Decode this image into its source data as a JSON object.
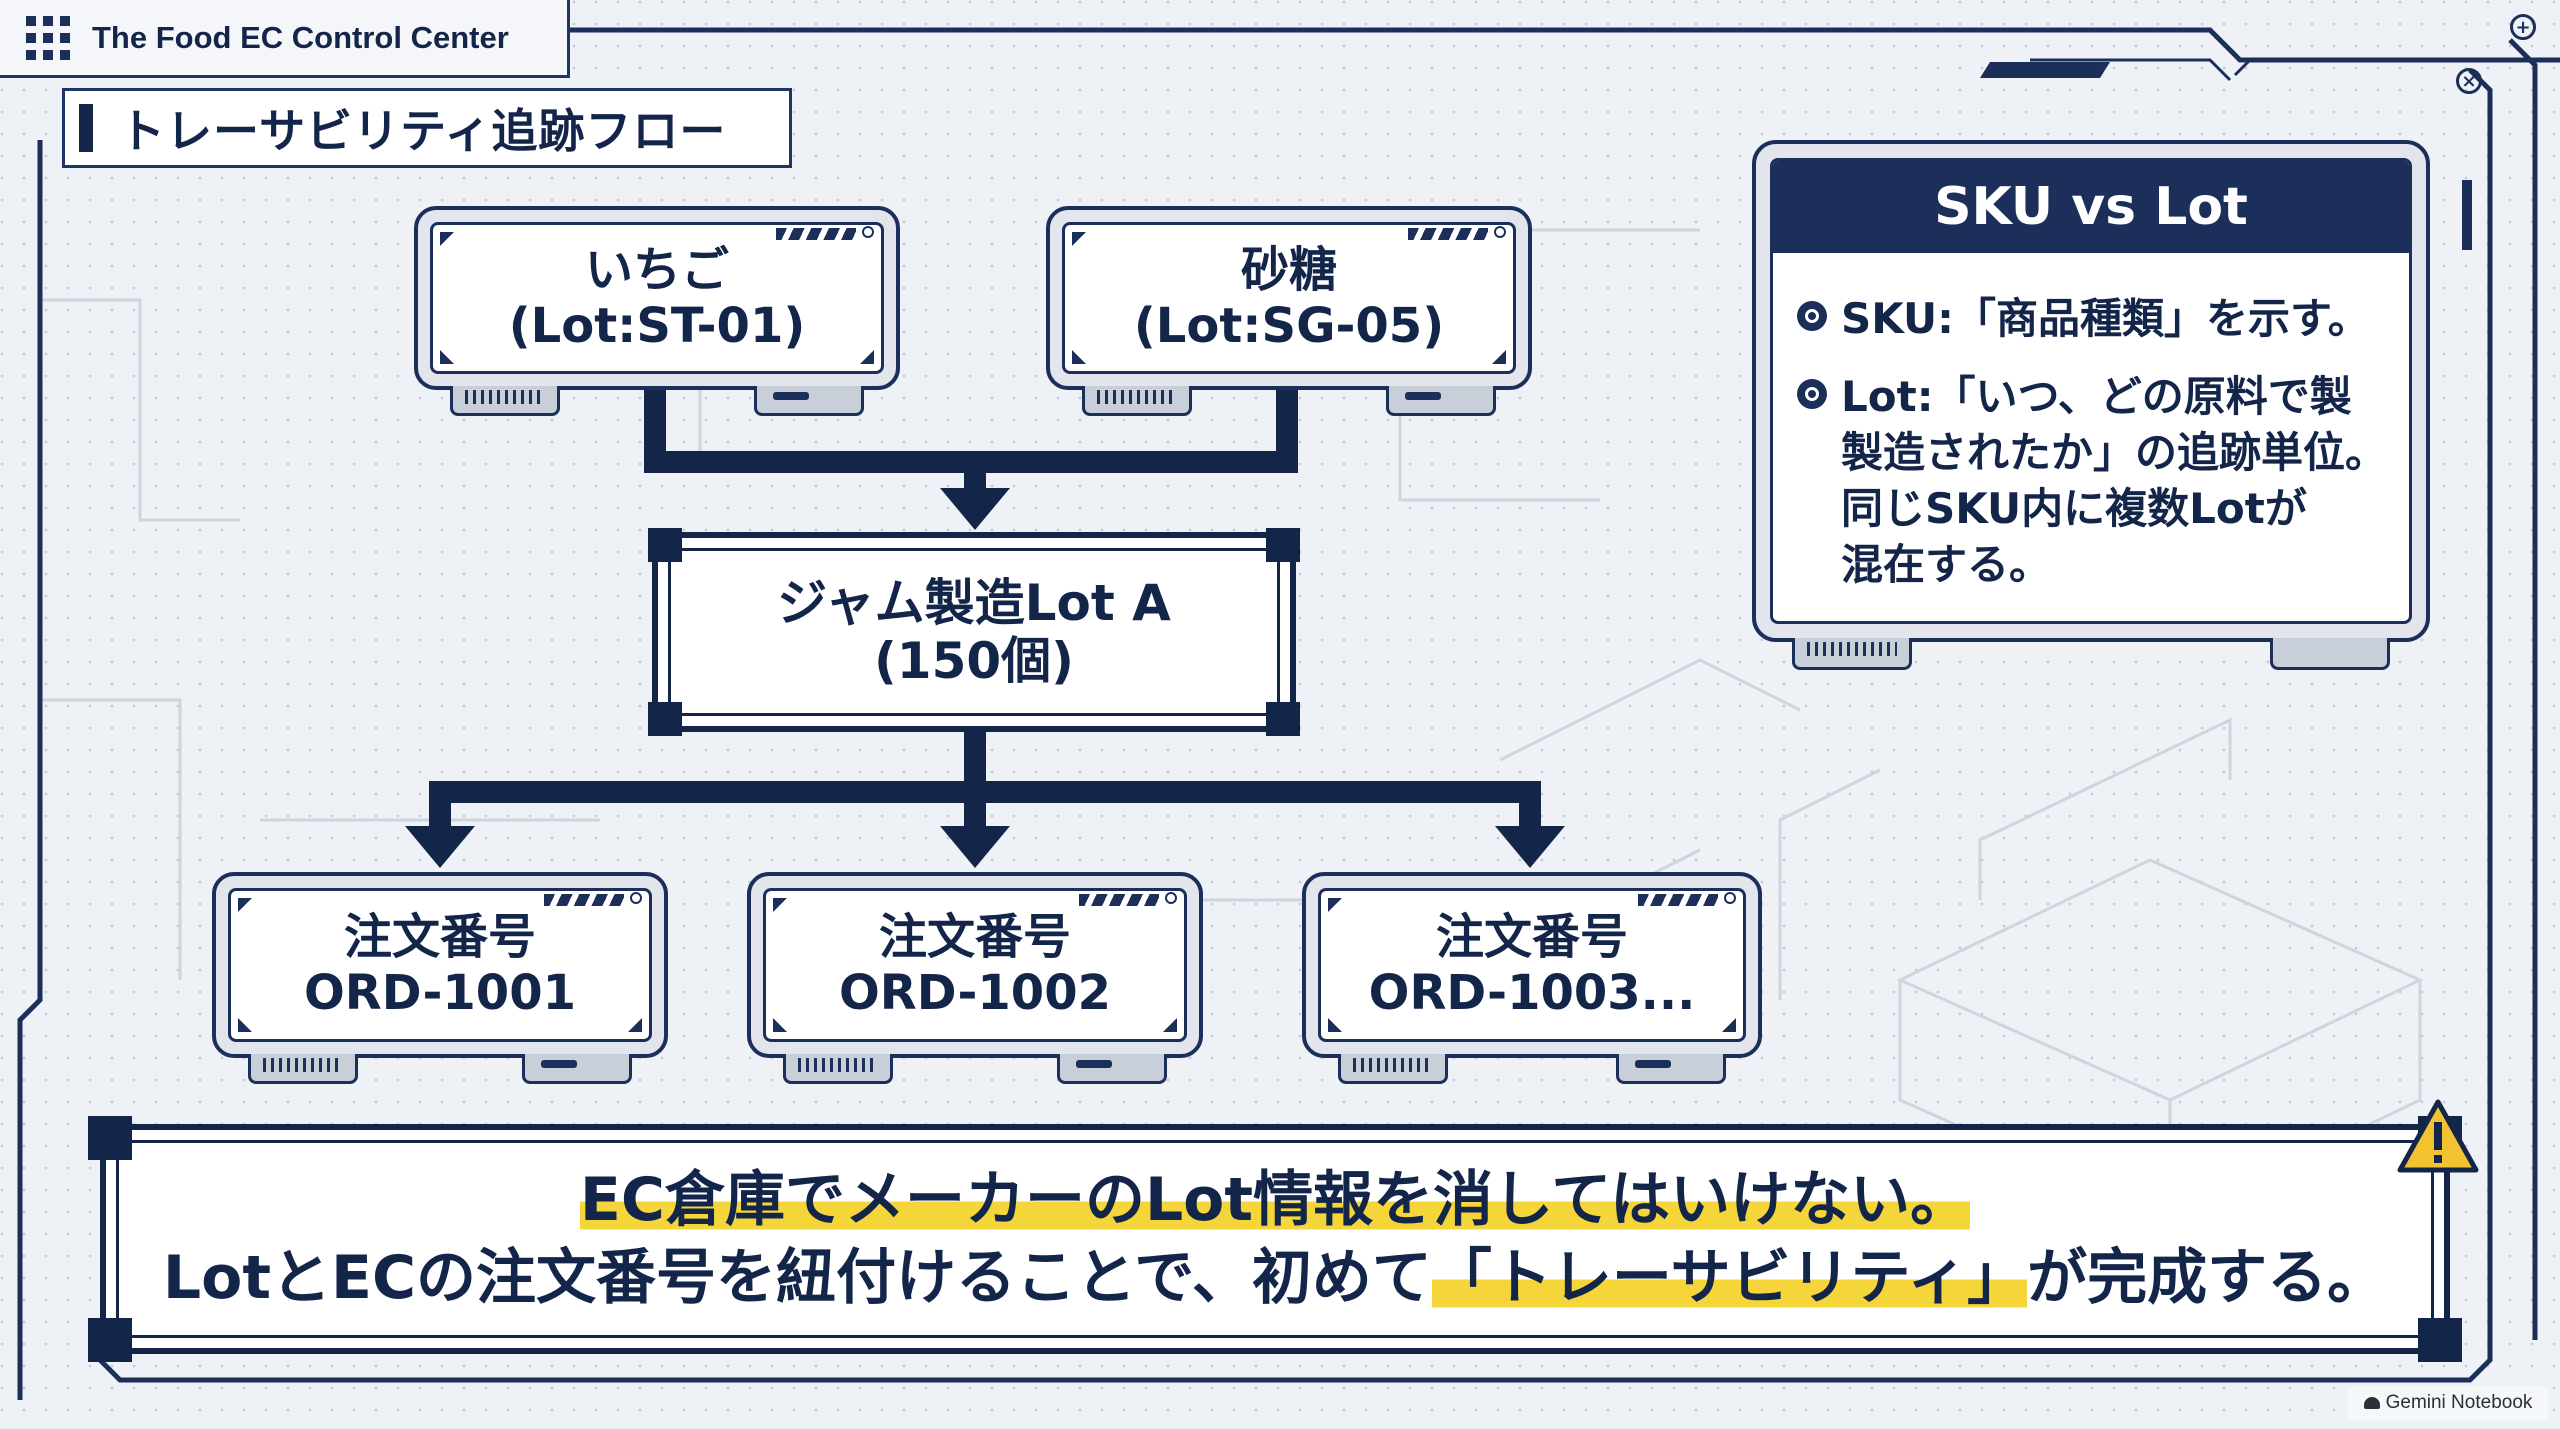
{
  "app": {
    "title": "The Food EC Control Center",
    "menu_icon": "grid-menu-icon"
  },
  "page": {
    "section_title": "トレーサビリティ追跡フロー"
  },
  "flow": {
    "materials": [
      {
        "line1": "いちご",
        "line2": "(Lot:ST-01)"
      },
      {
        "line1": "砂糖",
        "line2": "(Lot:SG-05)"
      }
    ],
    "batch": {
      "line1": "ジャム製造Lot A",
      "line2": "(150個)"
    },
    "orders": [
      {
        "line1": "注文番号",
        "line2": "ORD-1001"
      },
      {
        "line1": "注文番号",
        "line2": "ORD-1002"
      },
      {
        "line1": "注文番号",
        "line2": "ORD-1003..."
      }
    ]
  },
  "sku_panel": {
    "title": "SKU vs Lot",
    "items": [
      {
        "text": "SKU:「商品種類」を示す。"
      },
      {
        "text": "Lot:「いつ、どの原料で製\n製造されたか」の追跡単位。\n同じSKU内に複数Lotが\n混在する。"
      }
    ]
  },
  "message": {
    "line1_pre": "",
    "line1_highlight": "EC倉庫でメーカーのLot情報を消してはいけない。",
    "line2_pre": "LotとECの注文番号を紐付けることで、初めて",
    "line2_highlight": "「トレーサビリティ」",
    "line2_post": "が完成する。"
  },
  "colors": {
    "navy": "#14254a",
    "highlight": "#f5d63a",
    "warning": "#f2c230",
    "background": "#eef1f5"
  },
  "watermark": "Gemini Notebook"
}
